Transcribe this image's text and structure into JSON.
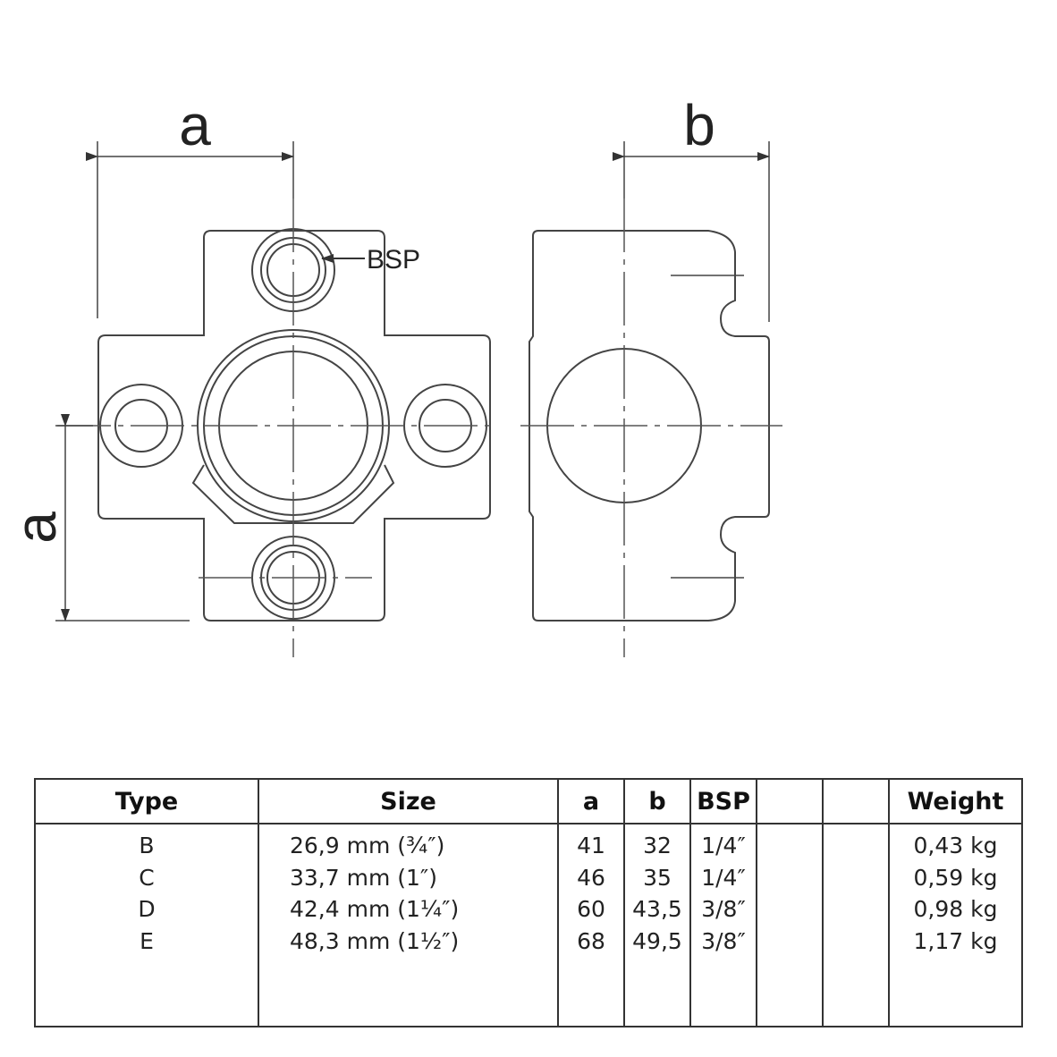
{
  "drawing": {
    "dimension_a_label": "a",
    "dimension_b_label": "b",
    "bsp_callout": "BSP"
  },
  "table": {
    "headers": [
      "Type",
      "Size",
      "a",
      "b",
      "BSP",
      "",
      "",
      "Weight"
    ],
    "rows": [
      {
        "type": "B",
        "size": "26,9 mm (¾″)",
        "a": "41",
        "b": "32",
        "bsp": "1/4″",
        "weight": "0,43 kg"
      },
      {
        "type": "C",
        "size": "33,7 mm (1″)",
        "a": "46",
        "b": "35",
        "bsp": "1/4″",
        "weight": "0,59 kg"
      },
      {
        "type": "D",
        "size": "42,4 mm (1¼″)",
        "a": "60",
        "b": "43,5",
        "bsp": "3/8″",
        "weight": "0,98 kg"
      },
      {
        "type": "E",
        "size": "48,3 mm (1½″)",
        "a": "68",
        "b": "49,5",
        "bsp": "3/8″",
        "weight": "1,17 kg"
      }
    ]
  }
}
